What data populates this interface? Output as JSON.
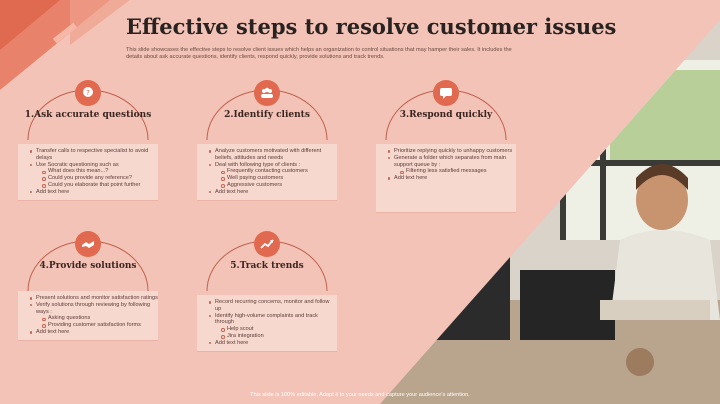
{
  "title": "Effective steps to resolve customer issues",
  "subtitle": "This slide showcases the effective steps to resolve client issues which helps an organization to control situations that may hamper their sales. It includes the details about ask accurate questions, identify clients, respond quickly, provide solutions and track trends.",
  "footer": "This slide is 100% editable. Adapt it to your needs and capture your audience's attention.",
  "colors": {
    "accent": "#e0694f",
    "background": "#f2c3b6",
    "box": "#f7d8cf"
  },
  "steps": [
    {
      "title": "1.Ask accurate questions",
      "icon": "question-head-icon",
      "items": [
        {
          "text": "Transfer calls to respective specialist to avoid delays",
          "sub": false
        },
        {
          "text": "Use Socratic questioning such as",
          "sub": false
        },
        {
          "text": "What does this mean...?",
          "sub": true
        },
        {
          "text": "Could you provide any reference?",
          "sub": true
        },
        {
          "text": "Could you elaborate that point further",
          "sub": true
        },
        {
          "text": "Add text here",
          "sub": false
        }
      ]
    },
    {
      "title": "2.Identify clients",
      "icon": "group-icon",
      "items": [
        {
          "text": "Analyze customers motivated with different beliefs, attitudes and needs",
          "sub": false
        },
        {
          "text": "Deal with following type of clients :",
          "sub": false
        },
        {
          "text": "Frequently contacting customers",
          "sub": true
        },
        {
          "text": "Well paying customers",
          "sub": true
        },
        {
          "text": "Aggressive customers",
          "sub": true
        },
        {
          "text": "Add text here",
          "sub": false
        }
      ]
    },
    {
      "title": "3.Respond quickly",
      "icon": "speech-bubble-icon",
      "items": [
        {
          "text": "Prioritize replying quickly to unhappy customers",
          "sub": false
        },
        {
          "text": "Generate a folder which separates from main support queue by :",
          "sub": false
        },
        {
          "text": "Filtering less satisfied messages",
          "sub": true
        },
        {
          "text": "Add text here",
          "sub": false
        }
      ]
    },
    {
      "title": "4.Provide solutions",
      "icon": "handshake-icon",
      "items": [
        {
          "text": "Present solutions and monitor satisfaction ratings",
          "sub": false
        },
        {
          "text": "Verify solutions through reviewing by following ways :",
          "sub": false
        },
        {
          "text": "Asking questions",
          "sub": true
        },
        {
          "text": "Providing customer satisfaction forms",
          "sub": true
        },
        {
          "text": "Add text here",
          "sub": false
        }
      ]
    },
    {
      "title": "5.Track trends",
      "icon": "trend-chart-icon",
      "items": [
        {
          "text": "Record recurring concerns, monitor and follow up",
          "sub": false
        },
        {
          "text": "Identify high-volume complaints and track through",
          "sub": false
        },
        {
          "text": "Help scout",
          "sub": true
        },
        {
          "text": "Jira integration",
          "sub": true
        },
        {
          "text": "Add text here",
          "sub": false
        }
      ]
    }
  ]
}
